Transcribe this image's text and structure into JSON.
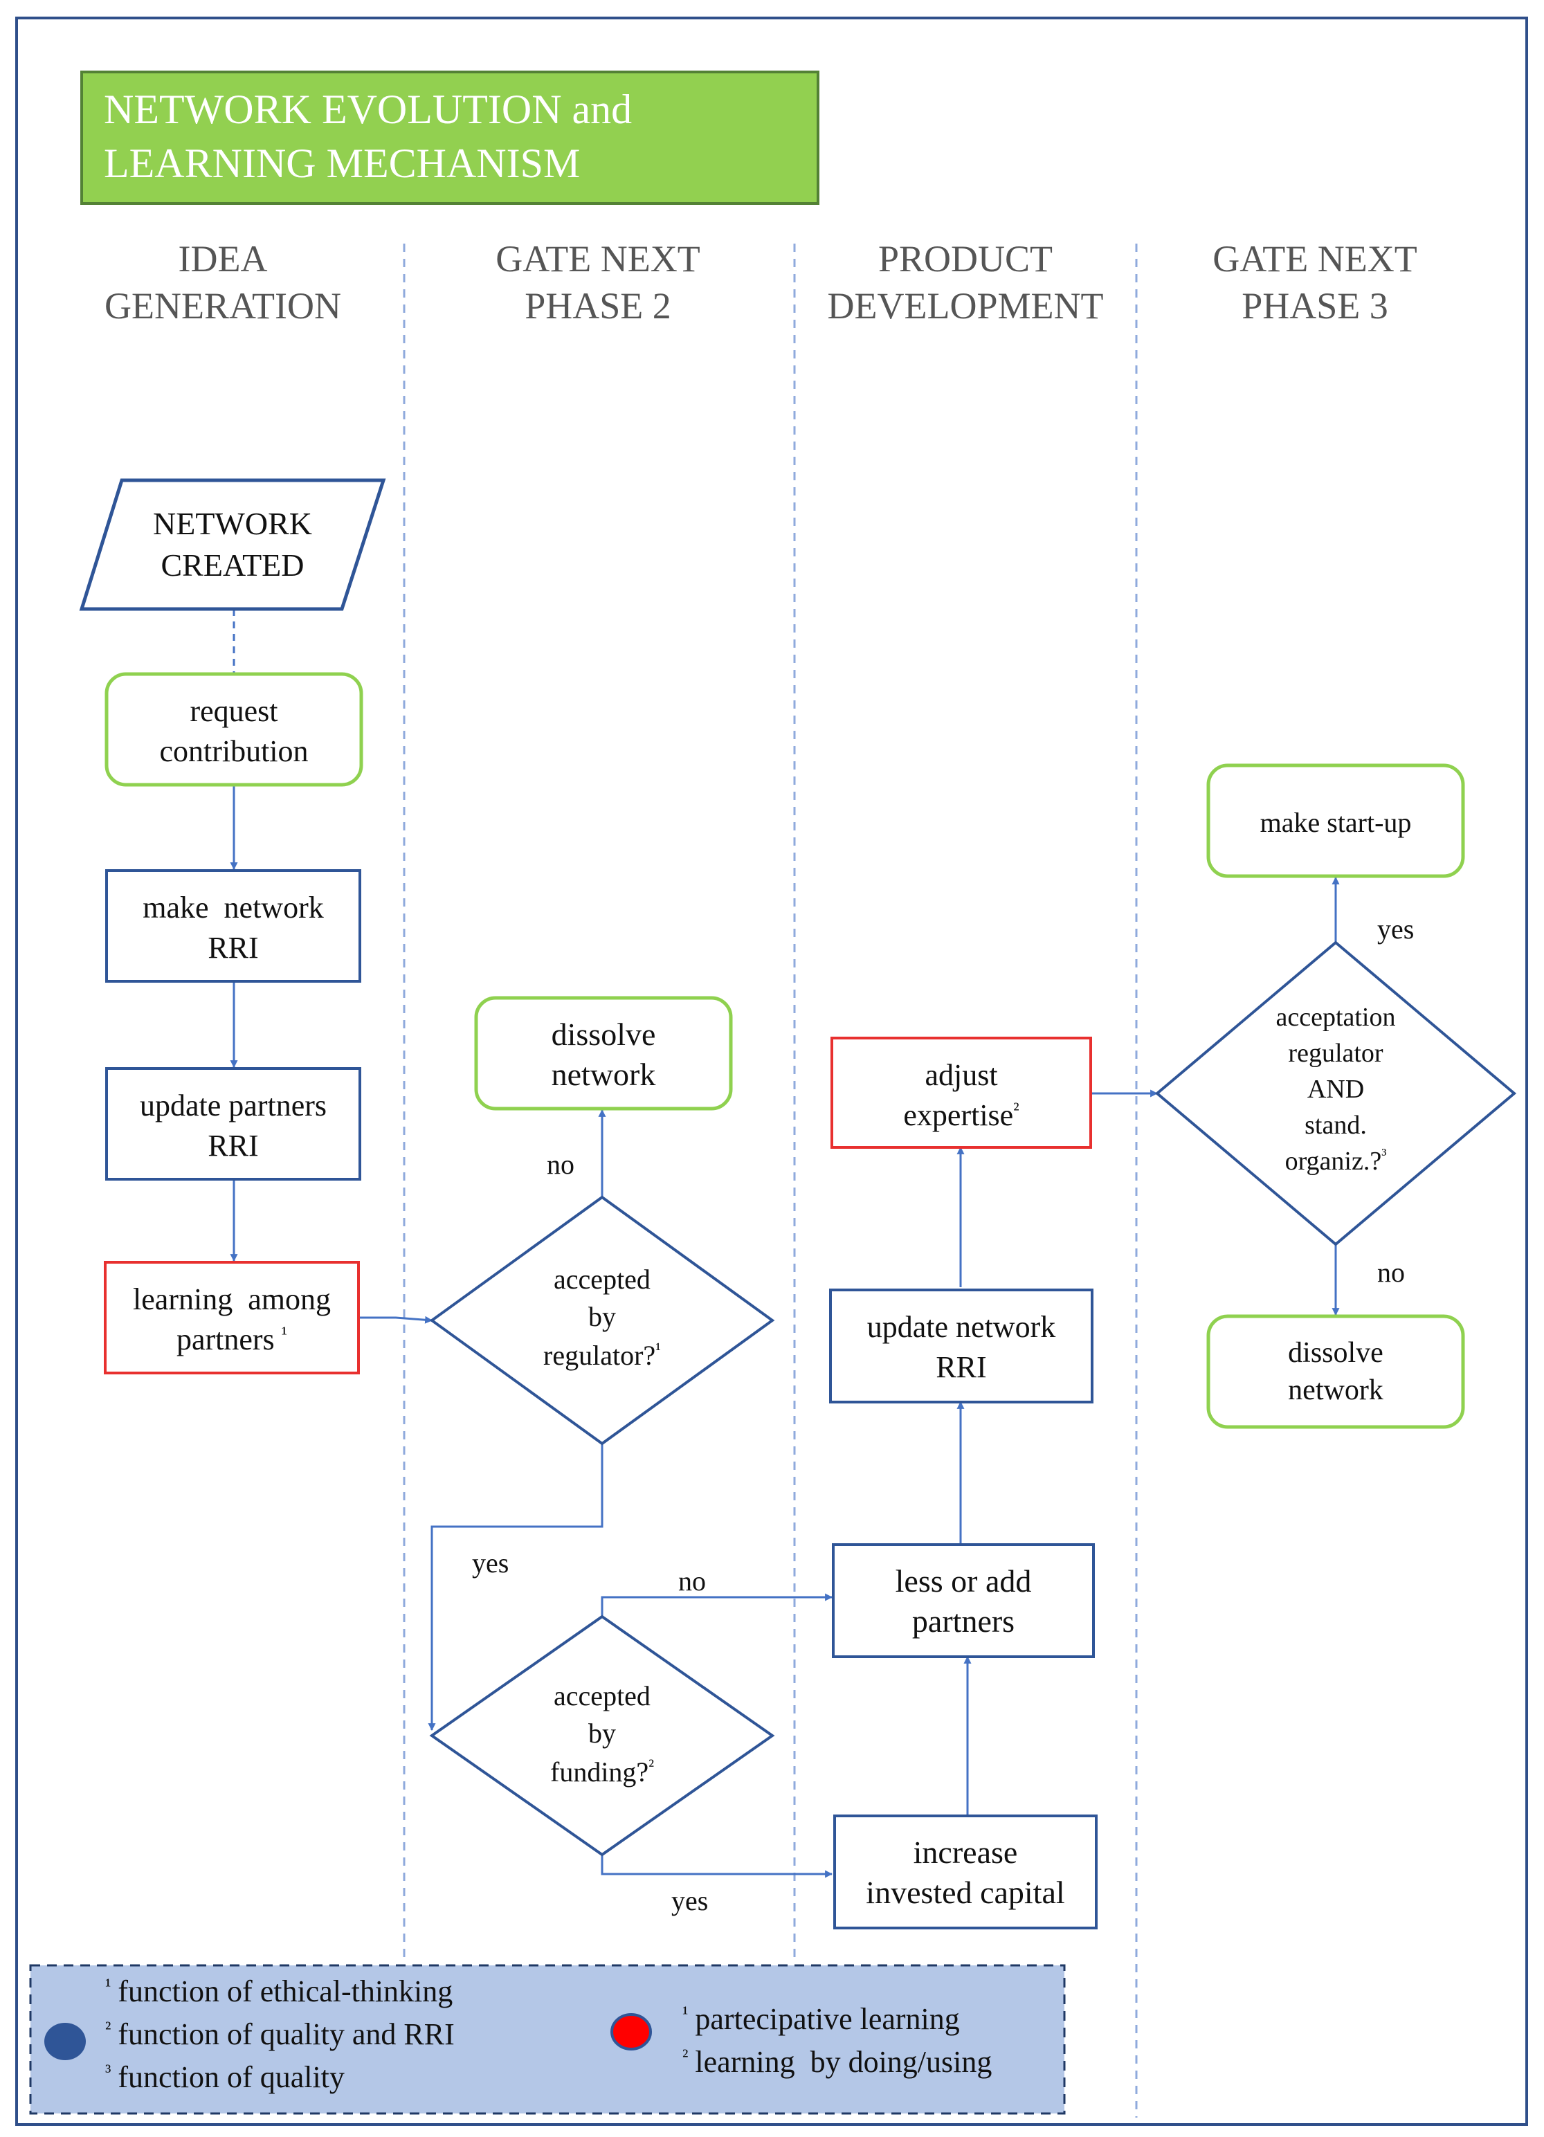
{
  "title": {
    "line1": "NETWORK EVOLUTION and",
    "line2": "LEARNING MECHANISM",
    "bg_color": "#92d050",
    "border_color": "#538135"
  },
  "phases": [
    {
      "line1": "IDEA",
      "line2": "GENERATION"
    },
    {
      "line1": "GATE NEXT",
      "line2": "PHASE 2"
    },
    {
      "line1": "PRODUCT",
      "line2": "DEVELOPMENT"
    },
    {
      "line1": "GATE NEXT",
      "line2": "PHASE 3"
    }
  ],
  "nodes": {
    "network_created": {
      "line1": "NETWORK",
      "line2": "CREATED"
    },
    "request_contribution": {
      "line1": "request",
      "line2": "contribution"
    },
    "make_network_rri": {
      "line1": "make  network",
      "line2": "RRI"
    },
    "update_partners_rri": {
      "line1": "update partners",
      "line2": "RRI"
    },
    "learning_among_partners": {
      "line1": "learning  among",
      "line2": "partners",
      "mark": "¹"
    },
    "dissolve_network_1": {
      "line1": "dissolve",
      "line2": "network"
    },
    "accepted_regulator": {
      "line1": "accepted",
      "line2": "by",
      "line3": "regulator?",
      "mark": "¹"
    },
    "accepted_funding": {
      "line1": "accepted",
      "line2": "by",
      "line3": "funding?",
      "mark": "²"
    },
    "adjust_expertise": {
      "line1": "adjust",
      "line2": "expertise",
      "mark": "²"
    },
    "update_network_rri": {
      "line1": "update network",
      "line2": "RRI"
    },
    "less_or_add_partners": {
      "line1": "less or add",
      "line2": "partners"
    },
    "increase_invested_capital": {
      "line1": "increase",
      "line2": "invested capital"
    },
    "make_startup": {
      "line1": "make start-up"
    },
    "acceptation_regulator": {
      "line1": "acceptation",
      "line2": "regulator",
      "line3": "AND",
      "line4": "stand.",
      "line5": "organiz.?",
      "mark": "³"
    },
    "dissolve_network_2": {
      "line1": "dissolve",
      "line2": "network"
    }
  },
  "edge_labels": {
    "regulator_no": "no",
    "regulator_yes": "yes",
    "funding_no": "no",
    "funding_yes": "yes",
    "phase3_yes": "yes",
    "phase3_no": "no"
  },
  "legend": {
    "blue_items": [
      {
        "mark": "¹",
        "text": "function of ethical-thinking"
      },
      {
        "mark": "²",
        "text": "function of quality and RRI"
      },
      {
        "mark": "³",
        "text": "function of quality"
      }
    ],
    "red_items": [
      {
        "mark": "¹",
        "text": "partecipative learning"
      },
      {
        "mark": "²",
        "text": "learning  by doing/using"
      }
    ]
  },
  "colors": {
    "frame": "#2f4f8a",
    "blue_stroke": "#2f5597",
    "green_stroke": "#8fd14f",
    "red_stroke": "#e8302f",
    "arrow": "#4472c4",
    "lane_divider": "#8faadc",
    "legend_bg": "#b4c7e7",
    "legend_dot_blue": "#2f5597",
    "legend_dot_red": "#ff0000"
  }
}
